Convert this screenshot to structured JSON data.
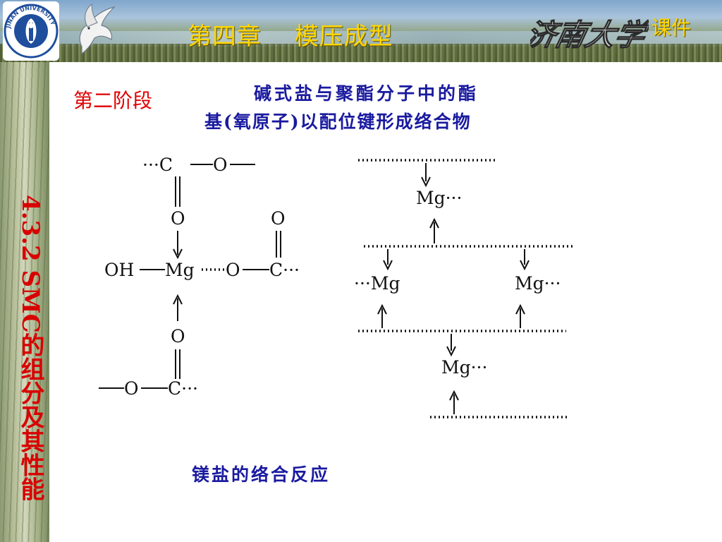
{
  "header": {
    "chapter_title": "第四章　 模压成型",
    "institution_logo_text": "济南大学",
    "courseware_label": "课件",
    "logo_ring_text": "JINAN UNIVERSITY"
  },
  "sidebar": {
    "section_title": "4.3.2 SMC的组分及其性能"
  },
  "content": {
    "stage_label": "第二阶段",
    "description_line1": "碱式盐与聚酯分子中的酯",
    "description_line2": "基(氧原子)以配位键形成络合物",
    "caption": "镁盐的络合反应"
  },
  "left_structure": {
    "top_chain": [
      "···C",
      "O"
    ],
    "carbonyl_oxygen_top": "O",
    "right_carbonyl_oxygen": "O",
    "center_row": [
      "OH",
      "Mg",
      "O",
      "C···"
    ],
    "carbonyl_oxygen_bottom": "O",
    "bottom_chain": [
      "O",
      "C···"
    ]
  },
  "right_structure": {
    "mg_labels": [
      "Mg···",
      "···Mg",
      "Mg···",
      "Mg···"
    ]
  },
  "colors": {
    "title_gold": "#ffd700",
    "section_red": "#d80000",
    "stage_red": "#e00000",
    "body_blue": "#1a1aa0"
  }
}
